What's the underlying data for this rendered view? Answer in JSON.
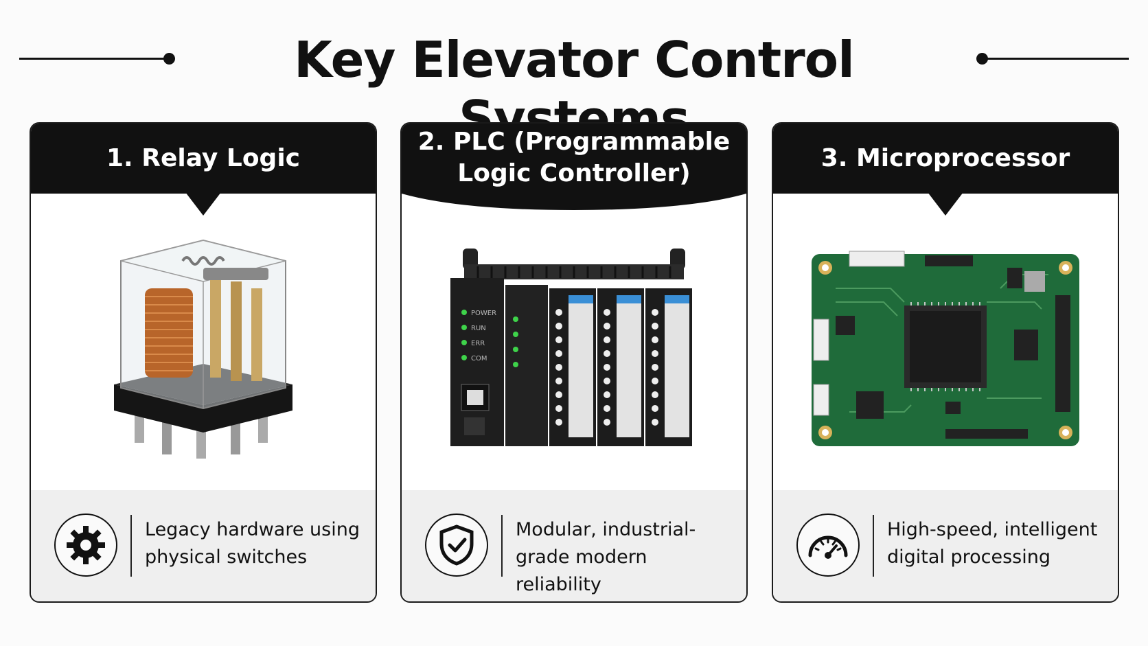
{
  "page": {
    "title": "Key Elevator Control Systems"
  },
  "cards": [
    {
      "number_title": "1. Relay Logic",
      "description": "Legacy hardware using physical switches",
      "icon": "gear-icon",
      "image": "relay-image"
    },
    {
      "number_title": "2. PLC (Programmable Logic Controller)",
      "description": "Modular, industrial-grade modern reliability",
      "icon": "shield-check-icon",
      "image": "plc-image"
    },
    {
      "number_title": "3. Microprocessor",
      "description": "High-speed, intelligent digital processing",
      "icon": "speedometer-icon",
      "image": "circuit-board-image"
    }
  ],
  "plc_labels": {
    "cpu": [
      "POWER",
      "RUN",
      "ERR",
      "COM"
    ]
  },
  "colors": {
    "banner": "#111111",
    "footer": "#efefef",
    "board": "#1f6b3a",
    "copper": "#b8652a"
  }
}
